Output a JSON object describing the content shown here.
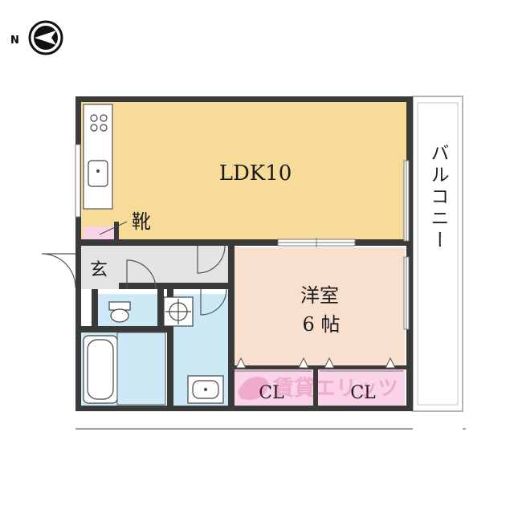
{
  "compass": {
    "letter": "N",
    "icon": "north-arrow-icon"
  },
  "rooms": {
    "ldk": "LDK10",
    "western_line1": "洋室",
    "western_line2": "6 帖",
    "shoe": "靴",
    "entrance": "玄",
    "closet1": "CL",
    "closet2": "CL",
    "balcony": "バルコニー"
  },
  "watermark": "賃貸エリッツ",
  "colors": {
    "ldk": "#f6dc98",
    "western": "#f8e0cf",
    "water": "#cde9f6",
    "closet": "#f8d4e6",
    "hall": "#e4e4e4",
    "wall": "#3a3a3a"
  }
}
